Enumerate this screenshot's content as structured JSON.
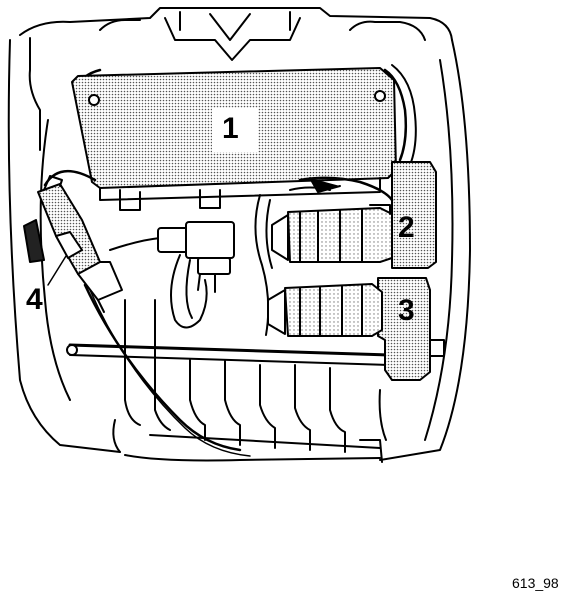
{
  "callouts": {
    "c1": "1",
    "c2": "2",
    "c3": "3",
    "c4": "4"
  },
  "figure_code": "613_98",
  "colors": {
    "line": "#000000",
    "shade": "#c8c8c8",
    "background": "#ffffff"
  },
  "icons": [
    "control-unit-module",
    "motor-2",
    "motor-3",
    "connector-4"
  ]
}
